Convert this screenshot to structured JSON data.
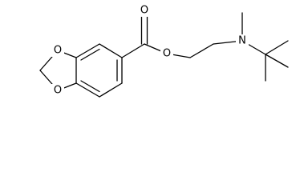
{
  "molecule": {
    "atoms": {
      "carbonyl_o": "O",
      "ester_o": "O",
      "amine_n": "N",
      "dioxole_o_top": "O",
      "dioxole_o_bottom": "O"
    }
  }
}
